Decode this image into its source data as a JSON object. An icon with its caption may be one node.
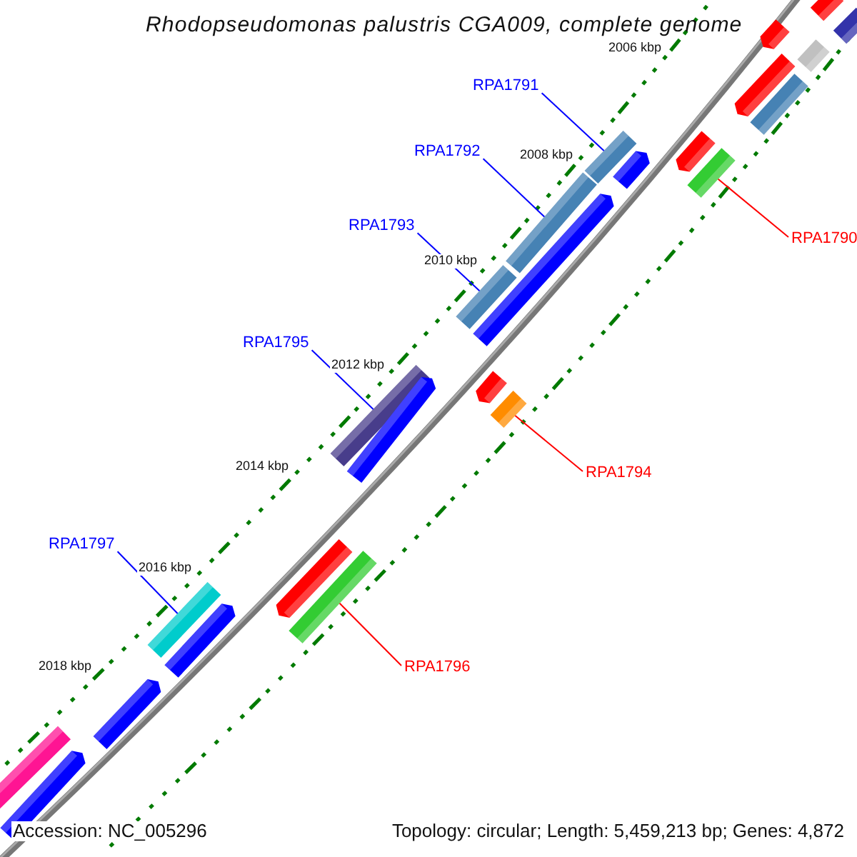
{
  "diagram": {
    "title": "Rhodopseudomonas palustris CGA009, complete genome",
    "nodes": [
      {
        "text": [
          "RPA1791"
        ]
      },
      {
        "text": [
          "RPA1792"
        ]
      },
      {
        "text": [
          "RPA1793"
        ]
      },
      {
        "text": [
          "RPA1790"
        ]
      },
      {
        "text": [
          "RPA1795"
        ]
      },
      {
        "text": [
          "RPA1794"
        ]
      },
      {
        "text": [
          "RPA1797"
        ]
      },
      {
        "text": [
          "RPA1796"
        ]
      },
      {
        "text": [],
        "shape": "bar"
      },
      {
        "text": [],
        "shape": "bar"
      },
      {
        "text": [],
        "shape": "bar"
      },
      {
        "text": [],
        "shape": "bar"
      },
      {
        "text": [],
        "shape": "bar"
      },
      {
        "text": [],
        "shape": "bar"
      },
      {
        "text": [],
        "shape": "bar"
      },
      {
        "text": [],
        "shape": "bar"
      },
      {
        "text": [],
        "shape": "bar"
      },
      {
        "text": [],
        "shape": "bar"
      },
      {
        "text": [],
        "shape": "bar"
      },
      {
        "text": [],
        "shape": "bar"
      },
      {
        "text": [],
        "shape": "bar"
      },
      {
        "text": [],
        "shape": "bar"
      },
      {
        "text": [],
        "shape": "bar"
      },
      {
        "text": [],
        "shape": "bar"
      },
      {
        "text": [],
        "shape": "bar"
      },
      {
        "text": [],
        "shape": "bar"
      },
      {
        "text": [],
        "shape": "bar"
      },
      {
        "text": [],
        "shape": "bar"
      },
      {
        "text": [],
        "shape": "bar"
      },
      {
        "text": [],
        "shape": "bar"
      },
      {
        "text": [],
        "shape": "bar"
      },
      {
        "text": [],
        "shape": "bar"
      }
    ],
    "edges": [
      {
        "from": 0,
        "to": 15,
        "arrow": "none"
      },
      {
        "from": 1,
        "to": 18,
        "arrow": "none"
      },
      {
        "from": 2,
        "to": 20,
        "arrow": "none"
      },
      {
        "from": 3,
        "to": 17,
        "arrow": "none",
        "color": "#ff0000"
      },
      {
        "from": 4,
        "to": 23,
        "arrow": "none"
      },
      {
        "from": 5,
        "to": 22,
        "arrow": "none",
        "color": "#ff0000"
      },
      {
        "from": 6,
        "to": 27,
        "arrow": "none"
      },
      {
        "from": 7,
        "to": 26,
        "arrow": "none",
        "color": "#ff0000"
      }
    ],
    "labels": [
      "2006 kbp",
      "2008 kbp",
      "2010 kbp",
      "2012 kbp",
      "2014 kbp",
      "2016 kbp",
      "2018 kbp",
      "Accession: NC_005296",
      "Topology: circular; Length: 5,459,213 bp; Genes: 4,872"
    ]
  }
}
